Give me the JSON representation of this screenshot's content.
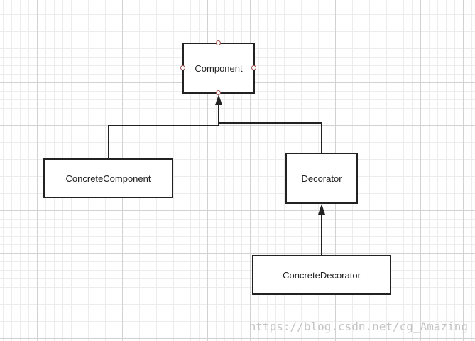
{
  "diagram": {
    "nodes": {
      "component": "Component",
      "concrete_component": "ConcreteComponent",
      "decorator": "Decorator",
      "concrete_decorator": "ConcreteDecorator"
    },
    "edges": [
      {
        "from": "concrete_component",
        "to": "component",
        "type": "generalization"
      },
      {
        "from": "decorator",
        "to": "component",
        "type": "generalization"
      },
      {
        "from": "concrete_decorator",
        "to": "decorator",
        "type": "generalization"
      }
    ]
  },
  "watermark": "https://blog.csdn.net/cg_Amazing",
  "colors": {
    "line": "#222222",
    "handle": "#a05050",
    "watermark": "#c4c4c4"
  }
}
